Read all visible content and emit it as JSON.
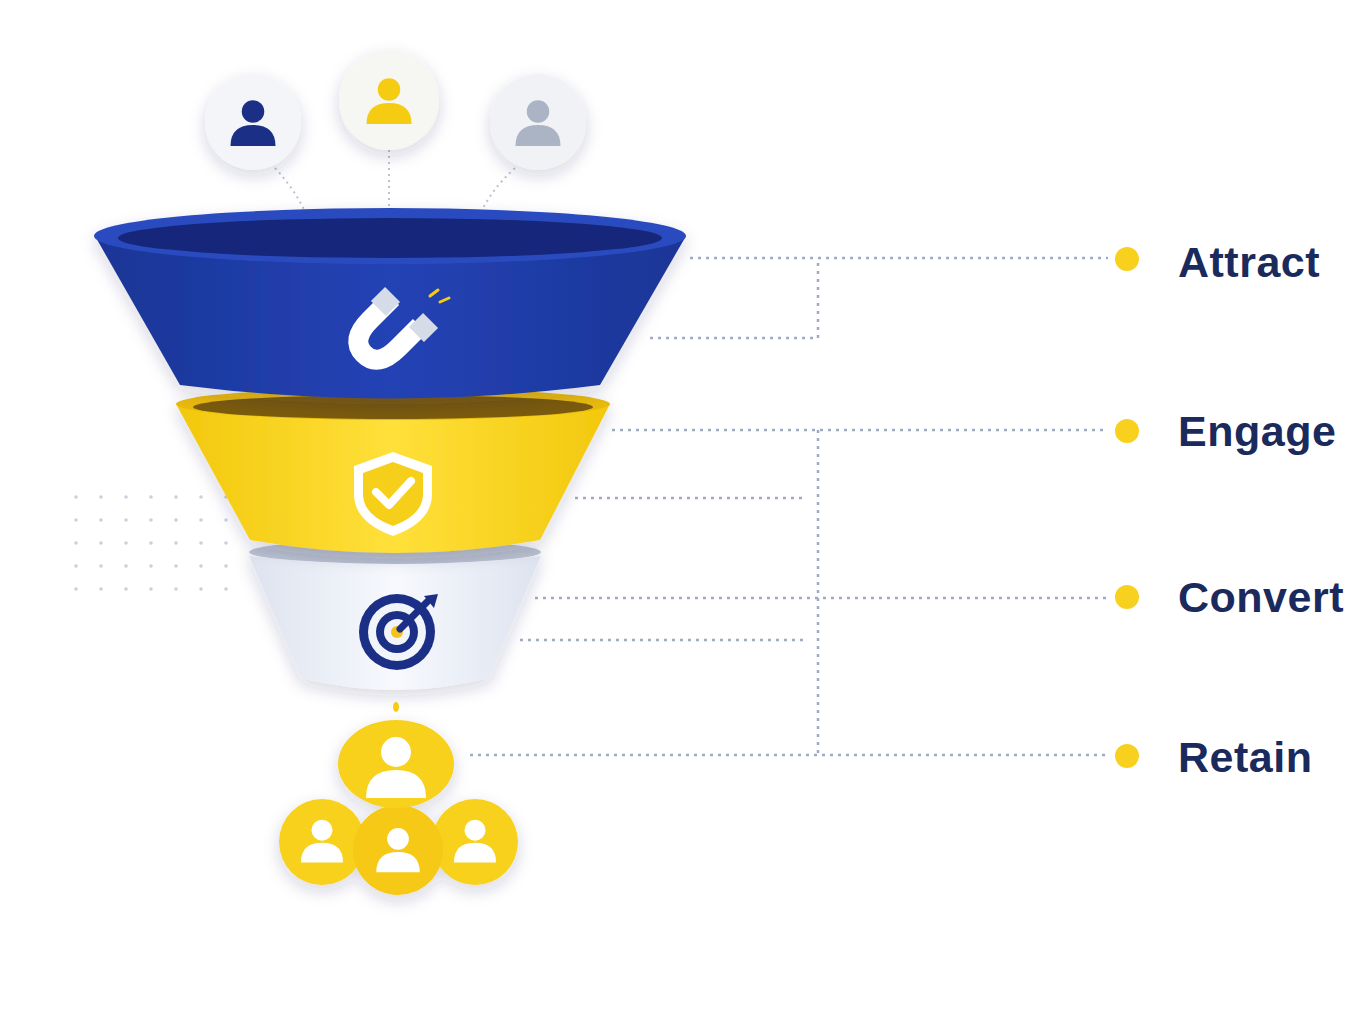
{
  "diagram": {
    "labels": [
      "Attract",
      "Engage",
      "Convert",
      "Retain"
    ]
  }
}
